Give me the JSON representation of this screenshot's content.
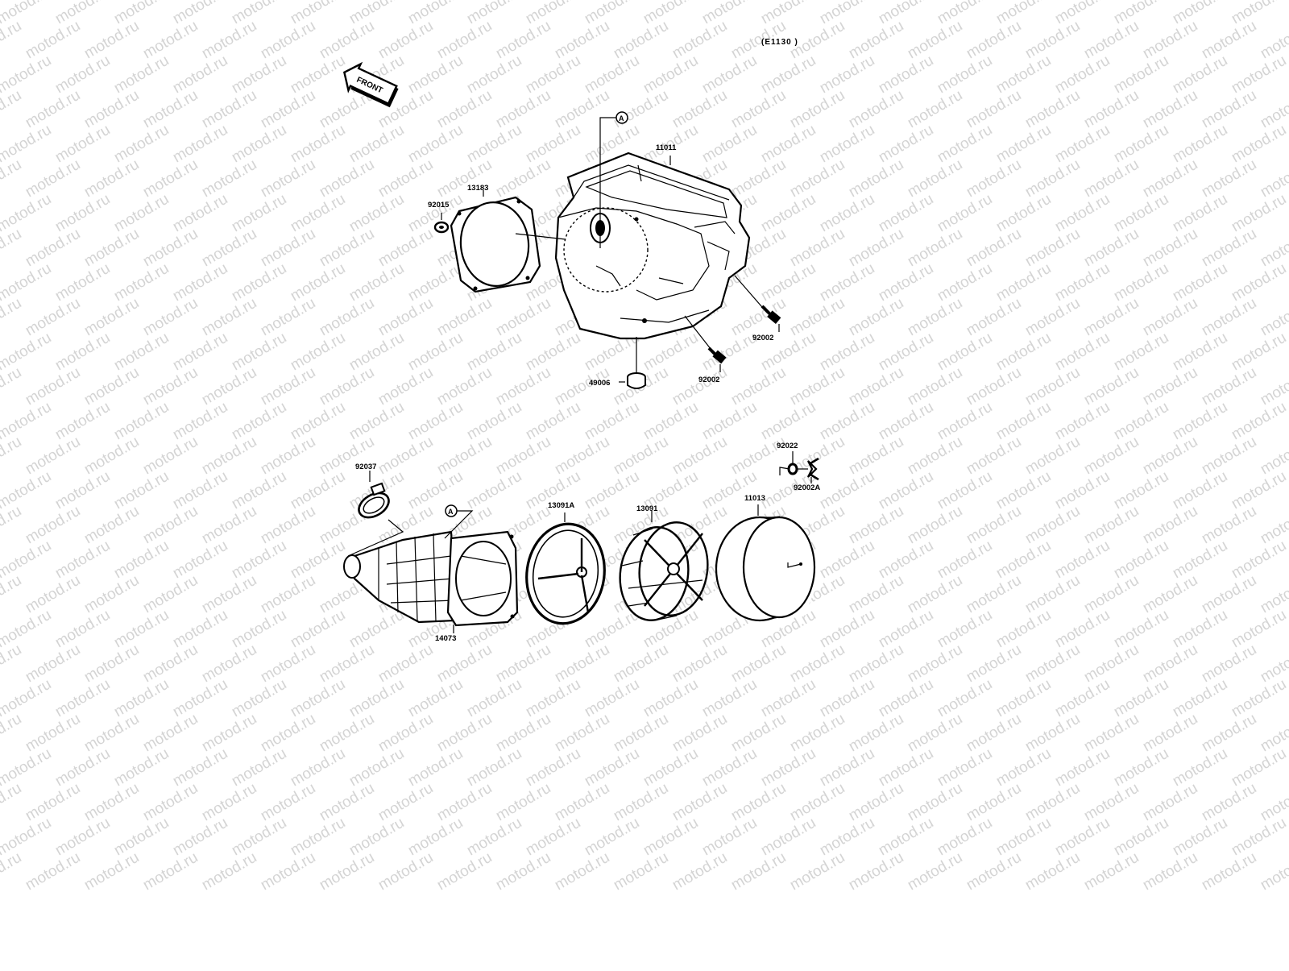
{
  "header": {
    "code": "(E1130 )"
  },
  "front_arrow": {
    "label": "FRONT"
  },
  "watermark": {
    "text": "motod.ru"
  },
  "reference_marker": {
    "symbol": "A"
  },
  "parts": {
    "air_cleaner_housing": "11011",
    "gasket": "13183",
    "nut_92015": "92015",
    "bolt_right": "92002",
    "bolt_bottom": "92002",
    "damper": "49006",
    "clamp": "92037",
    "intake_duct": "14073",
    "holder_front": "13091A",
    "holder_rear": "13091",
    "element": "11013",
    "washer": "92022",
    "wing_bolt": "92002A"
  }
}
